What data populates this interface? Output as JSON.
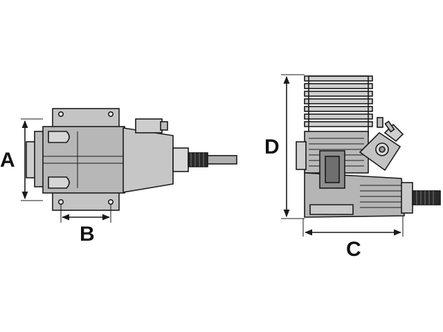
{
  "diagram": {
    "labels": {
      "a": "A",
      "b": "B",
      "c": "C",
      "d": "D"
    },
    "colors": {
      "body": "#b9b9b9",
      "body_light": "#d2d2d2",
      "body_dark": "#8e8e8e",
      "outline": "#1a1a1a",
      "background": "#ffffff"
    }
  }
}
